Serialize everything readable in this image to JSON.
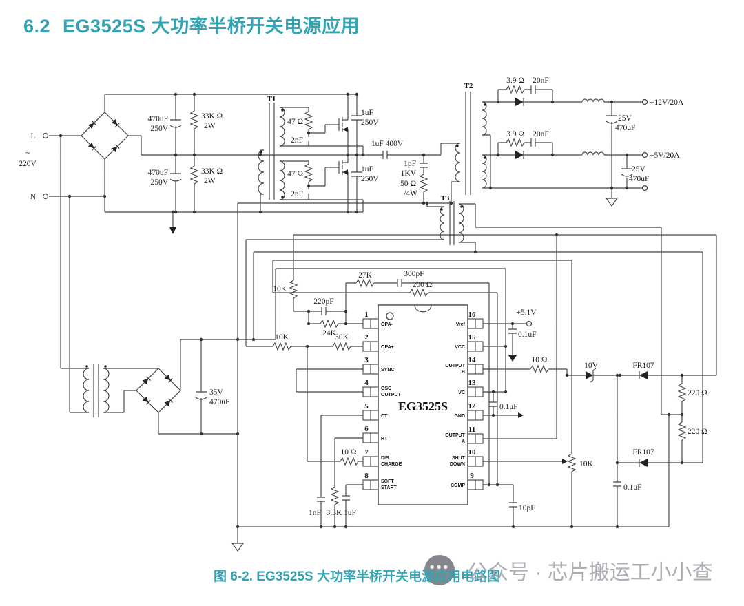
{
  "header": {
    "section": "6.2",
    "title": "EG3525S 大功率半桥开关电源应用"
  },
  "caption": {
    "text": "图 6-2. EG3525S 大功率半桥开关电源应用电路图"
  },
  "watermark": {
    "text": "公众号 · 芯片搬运工小小查"
  },
  "colors": {
    "accent": "#36a3b2",
    "watermark_gray": "#a4a9ae",
    "line": "#444444"
  },
  "ic": {
    "name": "EG3525S",
    "left_pins": [
      {
        "num": "1",
        "l1": "OPA-"
      },
      {
        "num": "2",
        "l1": "OPA+"
      },
      {
        "num": "3",
        "l1": "SYNC"
      },
      {
        "num": "4",
        "l1": "OSC",
        "l2": "OUTPUT"
      },
      {
        "num": "5",
        "l1": "CT"
      },
      {
        "num": "6",
        "l1": "RT"
      },
      {
        "num": "7",
        "l1": "DIS",
        "l2": "CHARGE"
      },
      {
        "num": "8",
        "l1": "SOFT",
        "l2": "START"
      }
    ],
    "right_pins": [
      {
        "num": "16",
        "l1": "Vref"
      },
      {
        "num": "15",
        "l1": "VCC"
      },
      {
        "num": "14",
        "l1": "OUTPUT",
        "l2": "B"
      },
      {
        "num": "13",
        "l1": "VC"
      },
      {
        "num": "12",
        "l1": "GND"
      },
      {
        "num": "11",
        "l1": "OUTPUT",
        "l2": "A"
      },
      {
        "num": "10",
        "l1": "SHUT",
        "l2": "DOWN"
      },
      {
        "num": "9",
        "l1": "COMP"
      }
    ]
  },
  "labels": {
    "l": "L",
    "n": "N",
    "tilde": "~",
    "v220": "220V",
    "cin1a": "470uF",
    "cin1b": "250V",
    "cin2a": "470uF",
    "cin2b": "250V",
    "rb1a": "33K Ω",
    "rb1b": "2W",
    "rb2a": "33K Ω",
    "rb2b": "2W",
    "t1": "T1",
    "t2": "T2",
    "t3": "T3",
    "rg1": "47 Ω",
    "cg1": "2nF",
    "rg2": "47 Ω",
    "cg2": "2nF",
    "cs1a": "1uF",
    "cs1b": "250V",
    "cs2a": "1uF",
    "cs2b": "250V",
    "cblk": "1uF 400V",
    "cp1": "1pF",
    "cp2": "1KV",
    "rp1": "50 Ω",
    "rp2": "/4W",
    "sn1r": "3.9 Ω",
    "sn1c": "20nF",
    "sn2r": "3.9 Ω",
    "sn2c": "20nF",
    "out12": "+12V/20A",
    "out5": "+5V/20A",
    "co1a": "25V",
    "co1b": "470uF",
    "co2a": "25V",
    "co2b": "470uF",
    "caux1": "35V",
    "caux2": "470uF",
    "rfb": "10K",
    "r27": "27K",
    "c300": "300pF",
    "r200": "200 Ω",
    "c220": "220pF",
    "r24": "24K",
    "r10k": "10K",
    "r30k": "30K",
    "vref": "+5.1V",
    "cvref": "0.1uF",
    "r10b": "10 Ω",
    "cvc": "0.1uF",
    "zd": "10V",
    "d1": "FR107",
    "d2": "FR107",
    "r220a": "220 Ω",
    "r220b": "220 Ω",
    "pot": "10K",
    "cg": "0.1uF",
    "c10p": "10pF",
    "rdis": "10 Ω",
    "cb1": "1nF",
    "rb3": "3.3K",
    "cb2": "1uF"
  }
}
